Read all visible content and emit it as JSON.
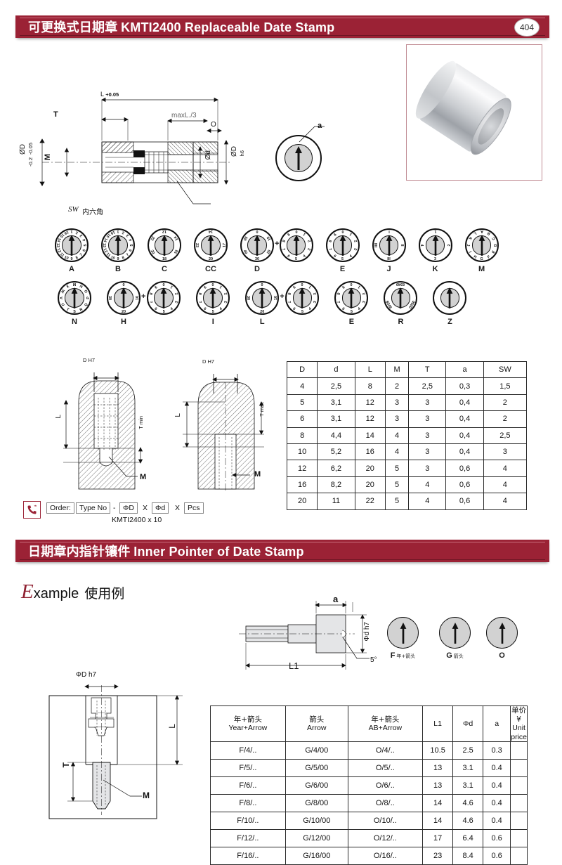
{
  "page": {
    "number": "404"
  },
  "section1": {
    "title_cn": "可更换式日期章",
    "title_en": "KMTI2400 Replaceable Date Stamp"
  },
  "section2": {
    "title_cn": "日期章内指针镶件",
    "title_en": "Inner Pointer of Date Stamp"
  },
  "drawing_top": {
    "dim_L": "L",
    "dim_L_tol": "+0.05",
    "dim_T": "T",
    "dim_maxL3": "maxL./3",
    "dim_O": "O",
    "dim_D_outer": "ØD",
    "dim_D_tol_up": "-0.05",
    "dim_D_tol_lo": "-0.2",
    "dim_M": "M",
    "dim_d": "Ød",
    "dim_D_h6": "ØD",
    "dim_h6": "h6",
    "sw_label": "SW",
    "sw_cn": "内六角",
    "callout_a": "a"
  },
  "dials": {
    "row1": [
      {
        "name": "A",
        "ring": [
          "1",
          "2",
          "3",
          "4",
          "5",
          "6",
          "7",
          "8",
          "9",
          "10",
          "11",
          "12",
          "13",
          "14",
          "15",
          "16"
        ],
        "double": false
      },
      {
        "name": "B",
        "ring": [
          "1",
          "2",
          "3",
          "4",
          "5",
          "6",
          "7",
          "8",
          "9",
          "10",
          "11",
          "12",
          "13",
          "14",
          "15",
          "16"
        ],
        "double": false
      },
      {
        "name": "C",
        "ring": [
          "12",
          "14",
          "16",
          "18",
          "20",
          "22"
        ],
        "double": false
      },
      {
        "name": "CC",
        "ring": [
          "14",
          "17",
          "20",
          "23"
        ],
        "double": false
      },
      {
        "name": "D",
        "ring": [
          "0",
          "10",
          "20",
          "30",
          "40",
          "50"
        ],
        "double": true,
        "ring2": [
          "0",
          "1",
          "2",
          "3",
          "4",
          "5",
          "6",
          "7",
          "8",
          "9"
        ]
      },
      {
        "name": "E",
        "ring": [
          "0",
          "1",
          "2",
          "3",
          "4",
          "5",
          "6",
          "7",
          "8",
          "9"
        ],
        "double": false
      },
      {
        "name": "J",
        "ring": [
          "I",
          "II",
          "III",
          "IIII"
        ],
        "double": false
      },
      {
        "name": "K",
        "ring": [
          "1",
          "2",
          "3",
          "4"
        ],
        "double": false
      },
      {
        "name": "M",
        "ring": [
          "A",
          "B",
          "C",
          "D",
          "E",
          "F",
          "G",
          "H",
          "I",
          "J",
          "K",
          "L"
        ],
        "double": false
      }
    ],
    "row2": [
      {
        "name": "N",
        "ring": [
          "M",
          "N",
          "O",
          "P",
          "Q",
          "R",
          "S",
          "T",
          "U",
          "V",
          "W",
          "X"
        ],
        "double": false
      },
      {
        "name": "H",
        "ring": [
          "0",
          "10",
          "20",
          "30"
        ],
        "double": true,
        "ring2": [
          "0",
          "1",
          "2",
          "3",
          "4",
          "5",
          "6",
          "7",
          "8",
          "9"
        ]
      },
      {
        "name": "I",
        "ring": [
          "0",
          "1",
          "2",
          "3",
          "4",
          "5",
          "6",
          "7",
          "8",
          "9"
        ],
        "double": false
      },
      {
        "name": "L",
        "ring": [
          "0",
          "10",
          "20",
          "30"
        ],
        "double": true,
        "ring2": [
          "0",
          "1",
          "2",
          "3",
          "4",
          "5",
          "6",
          "7",
          "8",
          "9"
        ]
      },
      {
        "name": "E",
        "ring": [
          "0",
          "1",
          "2",
          "3",
          "4",
          "5",
          "6",
          "7",
          "8",
          "9"
        ],
        "double": false
      },
      {
        "name": "R",
        "ring": [
          "8349",
          "0250",
          "8349"
        ],
        "double": false
      },
      {
        "name": "Z",
        "ring": [],
        "double": false
      }
    ],
    "plus_symbol": "+"
  },
  "drawing_mid": {
    "dim_D_H7": "D H7",
    "dim_L": "L",
    "dim_T_min": "T min",
    "dim_T_max": "T max",
    "dim_M": "M"
  },
  "order": {
    "phone_icon": "phone-icon",
    "label": "Order:",
    "type_no": "Type No",
    "dash": "-",
    "phi_D": "ΦD",
    "times1": "X",
    "phi_d": "Φd",
    "times2": "X",
    "pcs": "Pcs",
    "example": "KMTI2400 x 10"
  },
  "spec_table": {
    "headers": [
      "D",
      "d",
      "L",
      "M",
      "T",
      "a",
      "SW"
    ],
    "rows": [
      [
        "4",
        "2,5",
        "8",
        "2",
        "2,5",
        "0,3",
        "1,5"
      ],
      [
        "5",
        "3,1",
        "12",
        "3",
        "3",
        "0,4",
        "2"
      ],
      [
        "6",
        "3,1",
        "12",
        "3",
        "3",
        "0,4",
        "2"
      ],
      [
        "8",
        "4,4",
        "14",
        "4",
        "3",
        "0,4",
        "2,5"
      ],
      [
        "10",
        "5,2",
        "16",
        "4",
        "3",
        "0,4",
        "3"
      ],
      [
        "12",
        "6,2",
        "20",
        "5",
        "3",
        "0,6",
        "4"
      ],
      [
        "16",
        "8,2",
        "20",
        "5",
        "4",
        "0,6",
        "4"
      ],
      [
        "20",
        "11",
        "22",
        "5",
        "4",
        "0,6",
        "4"
      ]
    ]
  },
  "example_heading": {
    "first_letter": "E",
    "rest": "xample",
    "cn": "使用例"
  },
  "drawing_pin": {
    "dim_a": "a",
    "dim_L1": "L1",
    "dim_d_h7": "Φd h7",
    "dim_angle": "5°"
  },
  "pointer_types": [
    {
      "name": "F",
      "cn": "年+箭头"
    },
    {
      "name": "G",
      "cn": "箭头"
    },
    {
      "name": "O",
      "cn": ""
    }
  ],
  "drawing_assembly": {
    "dim_D_h7": "ΦD h7",
    "dim_L": "L",
    "dim_T": "T",
    "dim_M": "M"
  },
  "pointer_table": {
    "headers": [
      {
        "cn": "年+箭头",
        "en": "Year+Arrow"
      },
      {
        "cn": "箭头",
        "en": "Arrow"
      },
      {
        "cn": "年+箭头",
        "en": "AB+Arrow"
      },
      {
        "cn": "",
        "en": "L1"
      },
      {
        "cn": "",
        "en": "Φd"
      },
      {
        "cn": "",
        "en": "a"
      },
      {
        "cn": "单价¥",
        "en": "Unit price"
      }
    ],
    "rows": [
      [
        "F/4/..",
        "G/4/00",
        "O/4/..",
        "10.5",
        "2.5",
        "0.3",
        ""
      ],
      [
        "F/5/..",
        "G/5/00",
        "O/5/..",
        "13",
        "3.1",
        "0.4",
        ""
      ],
      [
        "F/6/..",
        "G/6/00",
        "O/6/..",
        "13",
        "3.1",
        "0.4",
        ""
      ],
      [
        "F/8/..",
        "G/8/00",
        "O/8/..",
        "14",
        "4.6",
        "0.4",
        ""
      ],
      [
        "F/10/..",
        "G/10/00",
        "O/10/..",
        "14",
        "4.6",
        "0.4",
        ""
      ],
      [
        "F/12/..",
        "G/12/00",
        "O/12/..",
        "17",
        "6.4",
        "0.6",
        ""
      ],
      [
        "F/16/..",
        "G/16/00",
        "O/16/..",
        "23",
        "8.4",
        "0.6",
        ""
      ]
    ]
  },
  "colors": {
    "accent": "#9b2235",
    "accent_dark": "#6d1624",
    "photo_border": "#c08b93"
  }
}
